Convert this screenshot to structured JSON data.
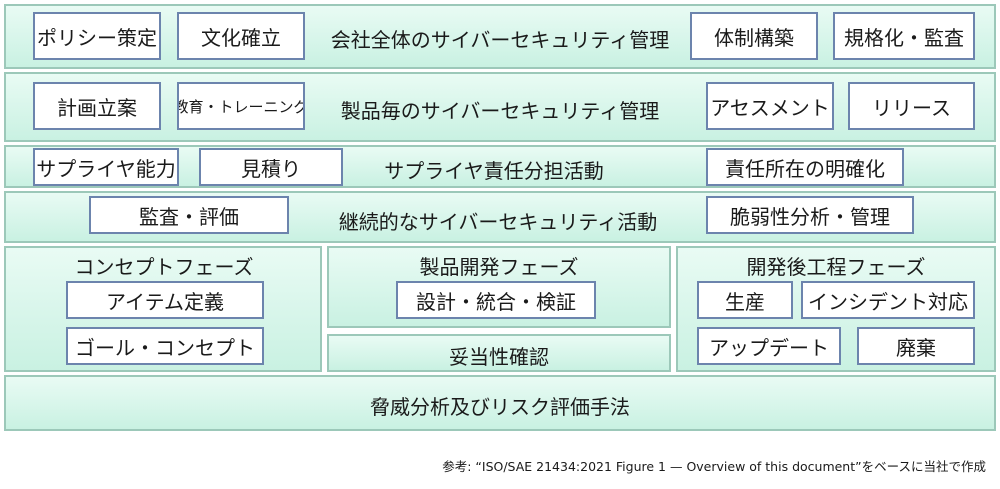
{
  "row1": {
    "title": "会社全体のサイバーセキュリティ管理",
    "items": [
      "ポリシー策定",
      "文化確立",
      "体制構築",
      "規格化・監査"
    ]
  },
  "row2": {
    "title": "製品毎のサイバーセキュリティ管理",
    "items": [
      "計画立案",
      "教育・トレーニング",
      "アセスメント",
      "リリース"
    ]
  },
  "row3": {
    "title": "サプライヤ責任分担活動",
    "items": [
      "サプライヤ能力",
      "見積り",
      "責任所在の明確化"
    ]
  },
  "row4": {
    "title": "継続的なサイバーセキュリティ活動",
    "items": [
      "監査・評価",
      "脆弱性分析・管理"
    ]
  },
  "concept": {
    "title": "コンセプトフェーズ",
    "items": [
      "アイテム定義",
      "ゴール・コンセプト"
    ]
  },
  "development": {
    "title": "製品開発フェーズ",
    "items": [
      "設計・統合・検証"
    ],
    "validation": "妥当性確認"
  },
  "post_development": {
    "title": "開発後工程フェーズ",
    "items": [
      "生産",
      "インシデント対応",
      "アップデート",
      "廃棄"
    ]
  },
  "tara": {
    "title": "脅威分析及びリスク評価手法"
  },
  "caption": "参考: “ISO/SAE 21434:2021 Figure 1 — Overview of this document”をベースに当社で作成",
  "colors": {
    "band_fill": "#d4f5e8",
    "band_border": "#9cc8b9",
    "box_border": "#6c84ad"
  }
}
